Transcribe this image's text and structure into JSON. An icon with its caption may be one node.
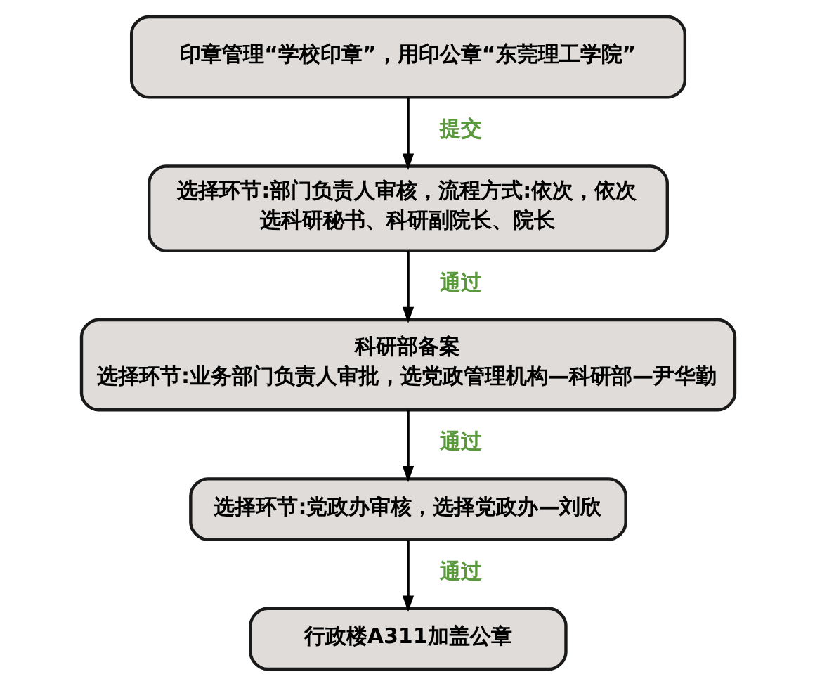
{
  "diagram": {
    "nodes": [
      {
        "text": [
          "印章管理“学校印章”，用印公章“东莞理工学院”"
        ]
      },
      {
        "text": [
          "选择环节:部门负责人审核，流程方式:依次，依次选科研秘书、科研副院长、院长"
        ]
      },
      {
        "text": [
          "科研部备案",
          "选择环节:业务部门负责人审批，选党政管理机构—科研部—尹华勤"
        ]
      },
      {
        "text": [
          "选择环节:党政办审核，选择党政办—刘欣"
        ]
      },
      {
        "text": [
          "行政楼A311加盖公章"
        ]
      }
    ],
    "edges": [
      {
        "from": 0,
        "to": 1,
        "arrow": "to",
        "label": "提交"
      },
      {
        "from": 1,
        "to": 2,
        "arrow": "to",
        "label": "通过"
      },
      {
        "from": 2,
        "to": 3,
        "arrow": "to",
        "label": "通过"
      },
      {
        "from": 3,
        "to": 4,
        "arrow": "to",
        "label": "通过"
      }
    ]
  }
}
